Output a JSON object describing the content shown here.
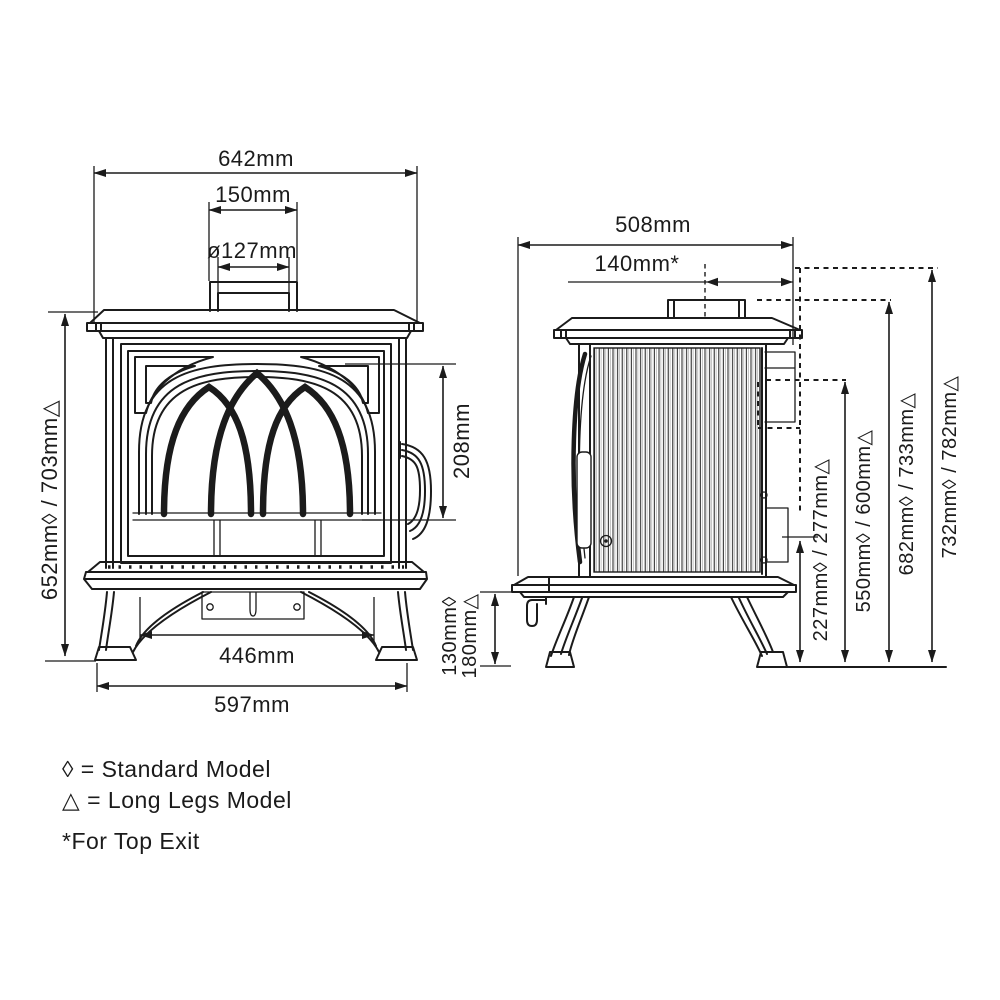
{
  "front_view": {
    "top_width": "642mm",
    "flue_collar_width": "150mm",
    "flue_diameter": "ø127mm",
    "door_glass_height": "208mm",
    "height_to_top": "652mm◊ / 703mm△",
    "between_feet": "446mm",
    "base_width": "597mm"
  },
  "side_view": {
    "depth": "508mm",
    "flue_centre_to_rear": "140mm*",
    "leg_height_standard": "130mm◊",
    "leg_height_long": "180mm△",
    "lower_outlet_height": "227mm◊ / 277mm△",
    "rear_flue_centre_height": "550mm◊ / 600mm△",
    "rear_flue_top_height": "682mm◊ / 733mm△",
    "overall_height": "732mm◊ / 782mm△"
  },
  "legend": {
    "standard_model": "◊ = Standard Model",
    "long_legs_model": "△ = Long Legs Model",
    "top_exit_note": "*For Top Exit"
  },
  "colors": {
    "line": "#1b1b1b",
    "background": "#ffffff"
  }
}
